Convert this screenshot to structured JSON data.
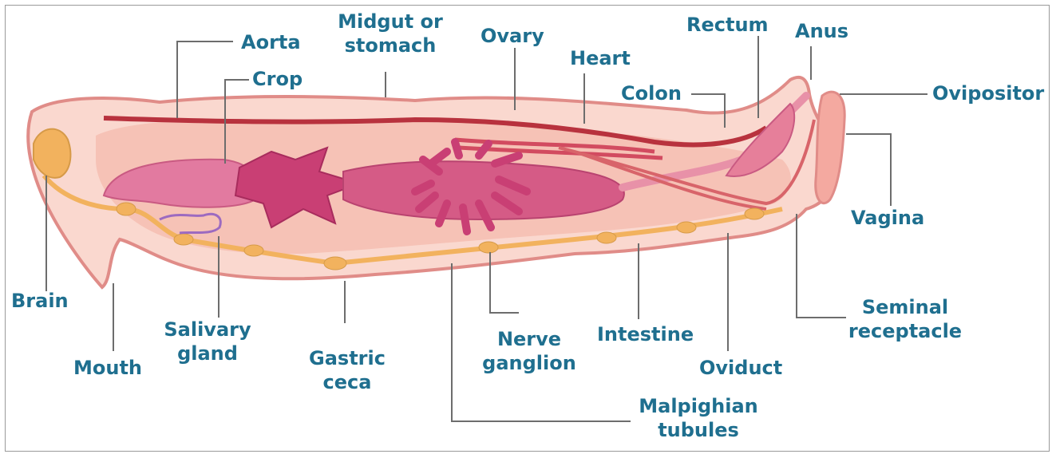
{
  "colors": {
    "label": "#1f6f8f",
    "leader_line": "#6d6d6d",
    "body_outline": "#e08c88",
    "body_fill": "#fad8cf",
    "cavity_fill": "#f6c2b6",
    "gut_fill": "#d55b86",
    "crop_fill": "#c93f74",
    "vessel": "#b8323e",
    "nerve_cord": "#f2b25e",
    "brain": "#f2b25e"
  },
  "labels": {
    "aorta": "Aorta",
    "crop": "Crop",
    "midgut": [
      "Midgut or",
      "stomach"
    ],
    "ovary": "Ovary",
    "heart": "Heart",
    "colon": "Colon",
    "rectum": "Rectum",
    "anus": "Anus",
    "ovipositor": "Ovipositor",
    "vagina": "Vagina",
    "seminal_receptacle": [
      "Seminal",
      "receptacle"
    ],
    "oviduct": "Oviduct",
    "intestine": "Intestine",
    "nerve_ganglion": [
      "Nerve",
      "ganglion"
    ],
    "malpighian_tubules": [
      "Malpighian",
      "tubules"
    ],
    "gastric_ceca": [
      "Gastric",
      "ceca"
    ],
    "salivary_gland": [
      "Salivary",
      "gland"
    ],
    "mouth": "Mouth",
    "brain": "Brain"
  }
}
